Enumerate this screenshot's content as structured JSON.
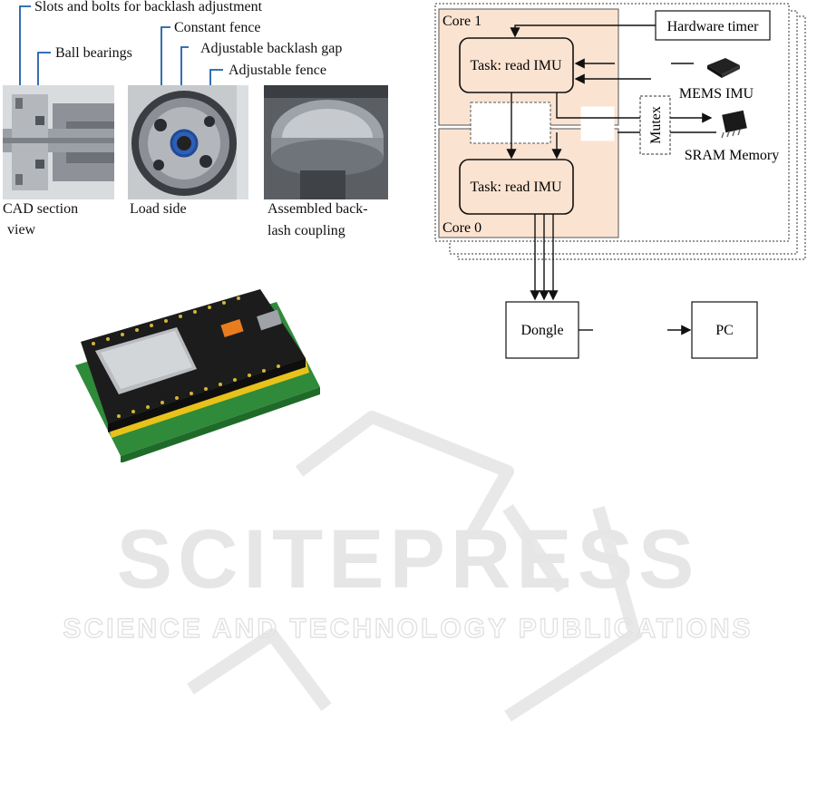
{
  "coupling_figure": {
    "callouts": {
      "slots_bolts": "Slots and bolts for backlash adjustment",
      "ball_bearings": "Ball bearings",
      "constant_fence": "Constant fence",
      "backlash_gap": "Adjustable backlash gap",
      "adjustable_fence": "Adjustable fence"
    },
    "captions": {
      "cad_line1": "CAD section",
      "cad_line2": "view",
      "load_side": "Load side",
      "assembled_line1": "Assembled back-",
      "assembled_line2": "lash coupling"
    }
  },
  "architecture_diagram": {
    "core1_label": "Core 1",
    "core0_label": "Core 0",
    "hardware_timer": "Hardware timer",
    "task_top": "Task: read IMU",
    "task_bottom": "Task: read IMU",
    "mutex": "Mutex",
    "mems_imu": "MEMS IMU",
    "sram_memory": "SRAM Memory",
    "dongle": "Dongle",
    "pc": "PC"
  },
  "watermark": {
    "brand": "SCITEPRESS",
    "tagline": "SCIENCE AND TECHNOLOGY PUBLICATIONS",
    "color": "#e6e6e6"
  },
  "colors": {
    "callout_line": "#1f5fa8",
    "core_fill": "#fbe3d1",
    "board_black": "#1c1c1c",
    "pcb_green": "#2f8a3a",
    "pin_yellow": "#e8c21a"
  }
}
